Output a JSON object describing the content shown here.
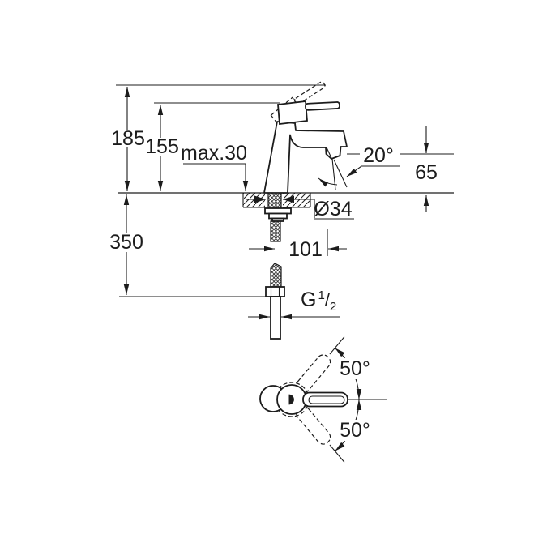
{
  "colors": {
    "line": "#1c1c1c",
    "background": "#ffffff"
  },
  "labels": {
    "height_total": "185",
    "height_to_handle": "155",
    "max_counter_thickness": "max.30",
    "spray_angle": "20°",
    "spout_height": "65",
    "install_depth": "350",
    "hole_diameter": "Ø34",
    "spout_reach": "101",
    "thread_g": "G",
    "thread_numerator": "1",
    "thread_slash": "/",
    "thread_denominator": "2",
    "handle_swing_upper": "50°",
    "handle_swing_lower": "50°"
  }
}
